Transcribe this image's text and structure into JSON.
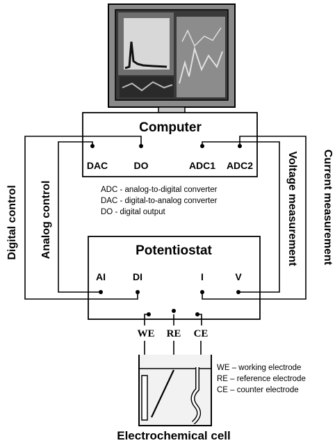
{
  "computer": {
    "title": "Computer",
    "ports": [
      "DAC",
      "DO",
      "ADC1",
      "ADC2"
    ]
  },
  "legend": {
    "lines": [
      "ADC - analog-to-digital converter",
      "DAC - digital-to-analog converter",
      "DO - digital output"
    ]
  },
  "potentiostat": {
    "title": "Potentiostat",
    "ports": [
      "AI",
      "DI",
      "I",
      "V"
    ]
  },
  "signals": {
    "digital_control": "Digital control",
    "analog_control": "Analog control",
    "voltage_measurement": "Voltage measurement",
    "current_measurement": "Current measurement"
  },
  "electrodes": {
    "terminals": [
      "WE",
      "RE",
      "CE"
    ],
    "legend": [
      "WE – working electrode",
      "RE – reference electrode",
      "CE – counter electrode"
    ]
  },
  "cell": {
    "caption": "Electrochemical cell"
  }
}
